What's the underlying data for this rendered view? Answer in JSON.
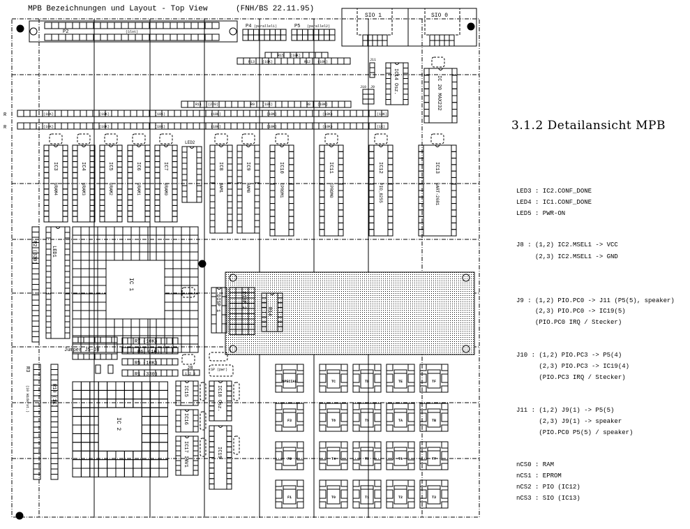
{
  "title": "MPB Bezeichnungen und Layout - Top View",
  "title_date": "(FNH/BS 22.11.95)",
  "colors": {
    "ink": "#000000",
    "paper": "#ffffff",
    "shade": "#bbbbbb"
  },
  "connectors": {
    "p2": "P2",
    "p2_note": "(Slot)",
    "p4": "P4",
    "p4_note": "(parallel1)",
    "p5": "P5",
    "p5_note": "(parallel2)",
    "sio1": "SIO 1",
    "sio0": "SIO 0"
  },
  "resistors": {
    "r15": "R15",
    "r15v": "(10K)",
    "r13": "R13",
    "r13v": "(10K)",
    "r12": "R12",
    "r12v": "(10K)",
    "r11": "R11",
    "r11v": "(220)",
    "r9": "R9",
    "r9v": "(10K)",
    "r8": "R8",
    "r8v": "(10K)",
    "row_label_a": "R",
    "row_label_b": "R",
    "row_a_values": [
      "(10K)",
      "(10K)",
      "(10K)",
      "(10K)",
      "(10K)",
      "(10K)",
      "(10K)"
    ],
    "row_b_values": [
      "(10K)",
      "(10K)",
      "(10K)",
      "(10K)",
      "(10K)",
      "(10K)",
      "(1K)"
    ],
    "r7": "R7",
    "r7v": "(10K)",
    "r6": "R6",
    "r6v": "(1K)",
    "r5": "R5",
    "r5v": "(10K)",
    "r1": "R1",
    "r1v": "(330)",
    "r2": "R2 (330)",
    "r3": "R3",
    "r3v": "(10 Widerst.)",
    "r10": "R10 (1K)",
    "r14": "R14"
  },
  "chips": {
    "ic3": [
      "IC3",
      "URAM4"
    ],
    "ic4": [
      "IC4",
      "URAM3"
    ],
    "ic5": [
      "IC5",
      "URAM2"
    ],
    "ic6": [
      "IC6",
      "URAM1"
    ],
    "ic7": [
      "IC7",
      "URAM0"
    ],
    "led2": "LED2",
    "ic8": [
      "IC8",
      "RAM1"
    ],
    "ic9": [
      "IC9",
      "RAM0"
    ],
    "ic10": [
      "IC10",
      "EPROM1"
    ],
    "ic11": [
      "IC11",
      "EPROM0"
    ],
    "ic12": [
      "IC12",
      "PIO_8255"
    ],
    "ic13": [
      "IC13",
      "UART-2681"
    ],
    "ic14": "IC14 Osz.",
    "ic20": "IC 20 MAX232",
    "ic1": "IC 1",
    "ic2": "IC 2",
    "led1": "LED1",
    "disp1": "DISP 1",
    "disp2": "DISP 2",
    "jumper": "Jumper J5-J8",
    "j8": "J8",
    "j8_pins": "1 2 3",
    "j9": "J9",
    "j10": "J10",
    "j11": "J11",
    "ic15": "IC15",
    "ic16": "IC16",
    "ic17": "IC17 INV1",
    "ic18": "IC18 Osz.",
    "ic19": "IC19",
    "speaker": "SP (pwr)"
  },
  "keypad": [
    [
      "SPECIAL",
      "TC",
      "TD",
      "TE",
      "TF"
    ],
    [
      "F3",
      "T8",
      "T9",
      "TA",
      "TB"
    ],
    [
      "F2",
      "T4",
      "T5",
      "T6",
      "T7"
    ],
    [
      "F1",
      "T0",
      "T1",
      "T2",
      "T3"
    ]
  ],
  "notes": {
    "heading": "3.1.2 Detailansicht MPB",
    "lines": [
      "LED3 : IC2.CONF_DONE",
      "LED4 : IC1.CONF_DONE",
      "LED5 : PWR-ON",
      "J8 : (1,2) IC2.MSEL1 -> VCC",
      "     (2,3) IC2.MSEL1 -> GND",
      "J9 : (1,2) PIO.PC0 -> J11 (P5(5), speaker)",
      "     (2,3) PIO.PC0 -> IC19(5)",
      "     (PIO.PC0 IRQ / Stecker)",
      "J10 : (1,2) PIO.PC3 -> P5(4)",
      "      (2,3) PIO.PC3 -> IC19(4)",
      "      (PIO.PC3 IRQ / Stecker)",
      "J11 : (1,2) J9(1) -> P5(5)",
      "      (2,3) J9(1) -> speaker",
      "      (PIO.PC0 P5(5) / speaker)",
      "nCS0 : RAM",
      "nCS1 : EPROM",
      "nCS2 : PIO (IC12)",
      "nCS3 : SIO (IC13)"
    ]
  }
}
